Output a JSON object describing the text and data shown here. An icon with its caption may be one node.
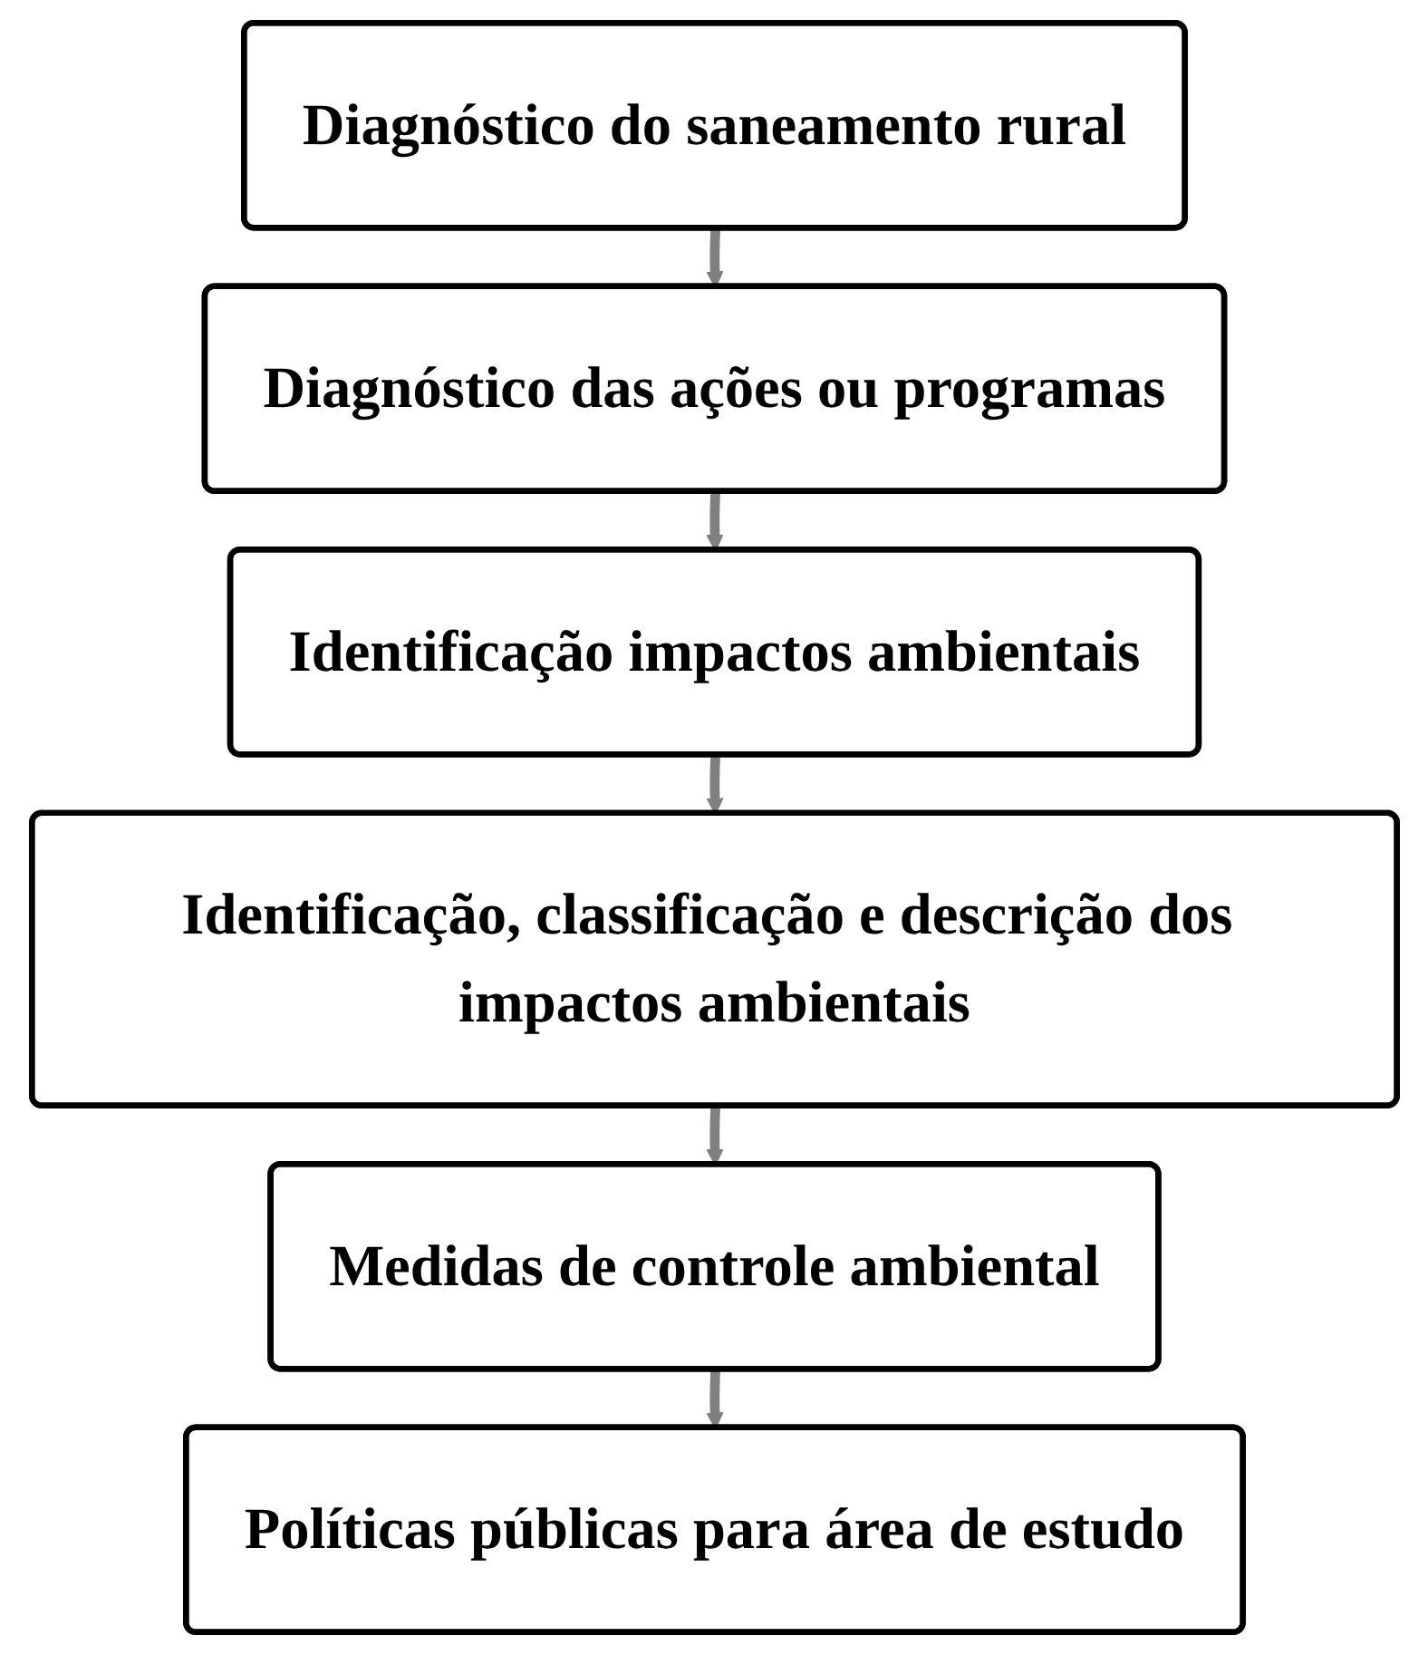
{
  "diagram": {
    "nodes": [
      {
        "text": [
          "Diagnóstico do saneamento rural"
        ]
      },
      {
        "text": [
          "Diagnóstico das ações ou programas"
        ]
      },
      {
        "text": [
          "Identificação impactos ambientais"
        ]
      },
      {
        "text": [
          "Identificação, classificação e descrição dos impactos ambientais"
        ]
      },
      {
        "text": [
          "Medidas de controle ambiental"
        ]
      },
      {
        "text": [
          "Políticas públicas para área de estudo"
        ]
      }
    ],
    "edges": [
      {
        "from": 0,
        "to": 1,
        "arrow": "to"
      },
      {
        "from": 1,
        "to": 2,
        "arrow": "to"
      },
      {
        "from": 2,
        "to": 3,
        "arrow": "to"
      },
      {
        "from": 3,
        "to": 4,
        "arrow": "to"
      },
      {
        "from": 4,
        "to": 5,
        "arrow": "to"
      }
    ]
  }
}
